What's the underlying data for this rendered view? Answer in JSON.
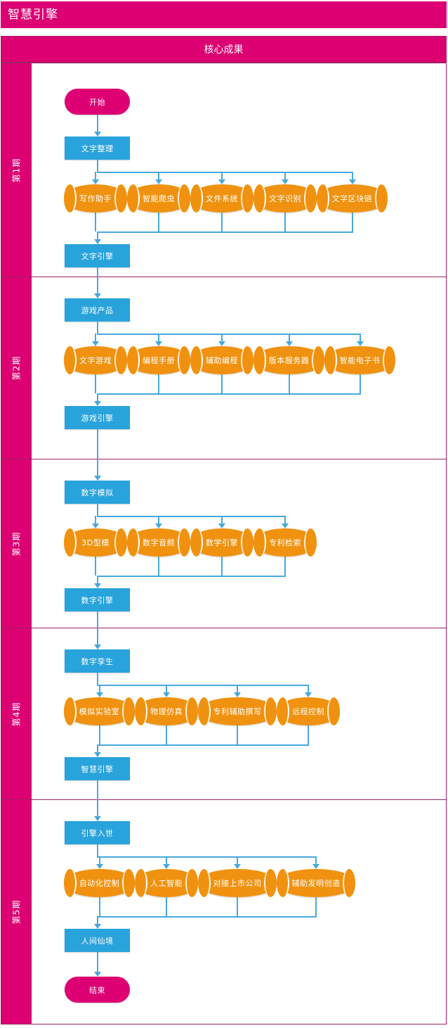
{
  "header": {
    "app_title": "智慧引擎",
    "band_title": "核心成果"
  },
  "colors": {
    "pink": "#DD0073",
    "blue": "#29A3DC",
    "orange": "#F0920F",
    "connector": "#46A9DE",
    "border": "#9E2063"
  },
  "phases": [
    {
      "label": "第1期",
      "start_node": "开始",
      "input_node": "文字整理",
      "items": [
        "写作助手",
        "智能爬虫",
        "文件系统",
        "文字识别",
        "文字区块链"
      ],
      "output_node": "文字引擎",
      "end_node": null
    },
    {
      "label": "第2期",
      "start_node": null,
      "input_node": "游戏产品",
      "items": [
        "文字游戏",
        "编程手册",
        "辅助编程",
        "版本服务器",
        "智能电子书"
      ],
      "output_node": "游戏引擎",
      "end_node": null
    },
    {
      "label": "第3期",
      "start_node": null,
      "input_node": "数字模拟",
      "items": [
        "3D型模",
        "数字音频",
        "数学引擎",
        "专利检索"
      ],
      "output_node": "数字引擎",
      "end_node": null
    },
    {
      "label": "第4期",
      "start_node": null,
      "input_node": "数字孪生",
      "items": [
        "模拟实验室",
        "物理仿真",
        "专利辅助撰写",
        "远程控制"
      ],
      "output_node": "智慧引擎",
      "end_node": null
    },
    {
      "label": "第5期",
      "start_node": null,
      "input_node": "引擎入世",
      "items": [
        "自动化控制",
        "人工智能",
        "对接上市公司",
        "辅助发明创造"
      ],
      "output_node": "人间仙境",
      "end_node": "结束"
    }
  ]
}
